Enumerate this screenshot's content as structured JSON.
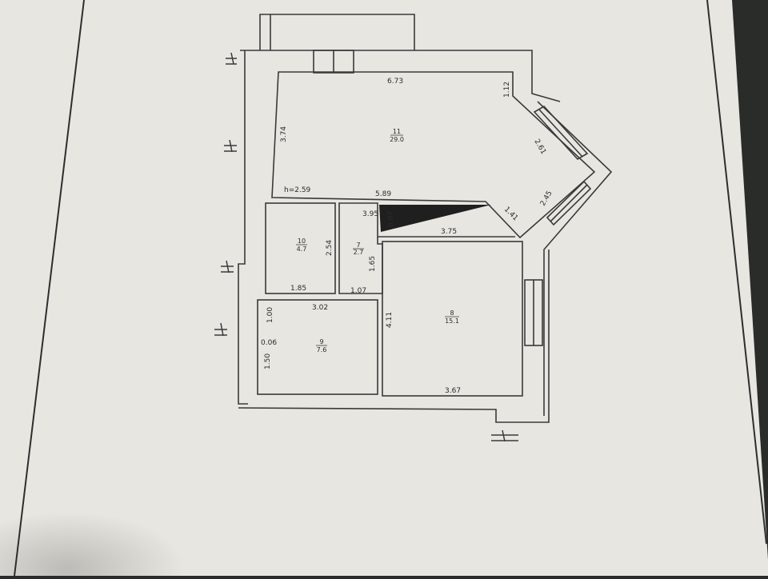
{
  "plan": {
    "ceiling_height": "h=2.59",
    "rooms": [
      {
        "number": "11",
        "area": "29.0"
      },
      {
        "number": "10",
        "area": "4.7"
      },
      {
        "number": "7",
        "area": "2.7"
      },
      {
        "number": "8",
        "area": "15.1"
      },
      {
        "number": "9",
        "area": "7.6"
      }
    ],
    "dimensions": [
      "6.73",
      "1.12",
      "3.74",
      "2.61",
      "2.45",
      "5.89",
      "3.95",
      "0.87",
      "1.41",
      "3.75",
      "2.54",
      "1.85",
      "1.65",
      "1.07",
      "4.11",
      "3.02",
      "1.00",
      "0.06",
      "1.50",
      "3.67"
    ]
  },
  "colors": {
    "paper": "#e7e6e1",
    "line": "#3a3a3a",
    "background": "#2a2c2a"
  }
}
